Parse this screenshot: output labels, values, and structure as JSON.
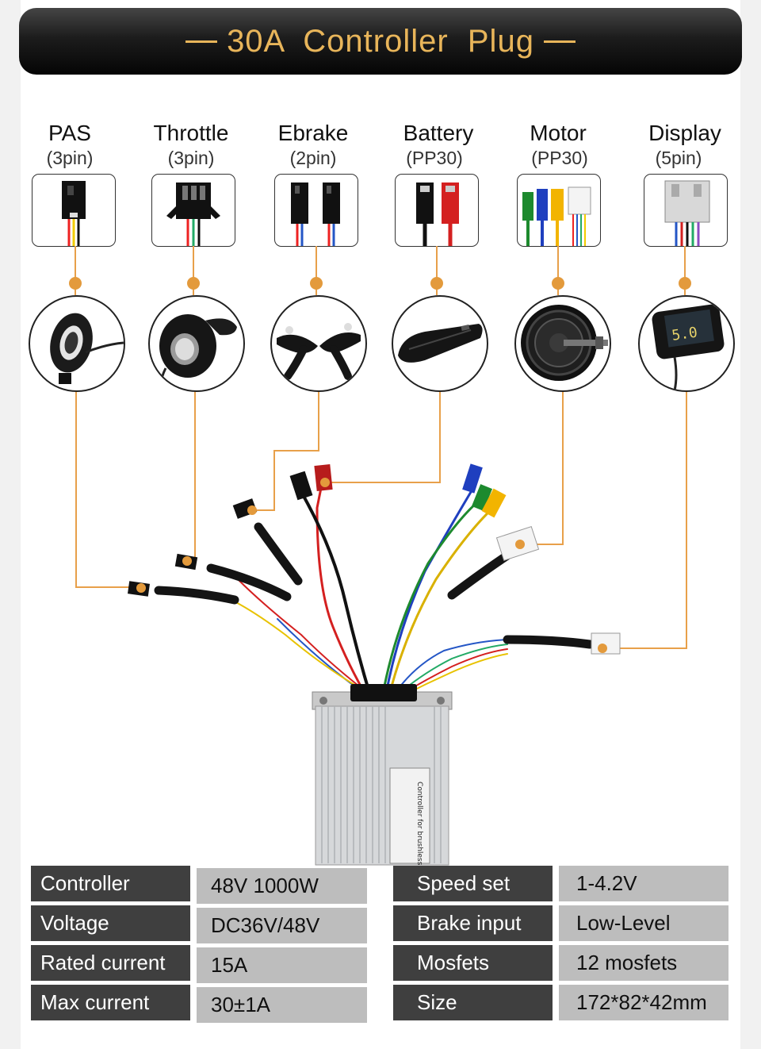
{
  "header": {
    "title": "30A  Controller  Plug"
  },
  "plugs": [
    {
      "name": "PAS",
      "pins": "(3pin)",
      "icon": "pas-sensor-icon"
    },
    {
      "name": "Throttle",
      "pins": "(3pin)",
      "icon": "thumb-throttle-icon"
    },
    {
      "name": "Ebrake",
      "pins": "(2pin)",
      "icon": "brake-lever-icon"
    },
    {
      "name": "Battery",
      "pins": "(PP30)",
      "icon": "battery-pack-icon"
    },
    {
      "name": "Motor",
      "pins": "(PP30)",
      "icon": "hub-motor-icon"
    },
    {
      "name": "Display",
      "pins": "(5pin)",
      "icon": "lcd-display-icon"
    }
  ],
  "display_screen_text": "5.0",
  "controller_label": "Controller for brushless",
  "specs_left": [
    {
      "label": "Controller",
      "value": "48V 1000W"
    },
    {
      "label": "Voltage",
      "value": "DC36V/48V"
    },
    {
      "label": "Rated current",
      "value": "15A"
    },
    {
      "label": "Max current",
      "value": "30±1A"
    }
  ],
  "specs_right": [
    {
      "label": "Speed set",
      "value": "1-4.2V"
    },
    {
      "label": "Brake input",
      "value": "Low-Level"
    },
    {
      "label": "Mosfets",
      "value": "12 mosfets"
    },
    {
      "label": "Size",
      "value": "172*82*42mm"
    }
  ],
  "colors": {
    "banner_text": "#e8b55a",
    "connector_line": "#e8a04a",
    "connector_dot": "#e39a3c",
    "spec_label_bg": "#3f3f3f",
    "spec_value_bg": "#bdbdbd"
  }
}
